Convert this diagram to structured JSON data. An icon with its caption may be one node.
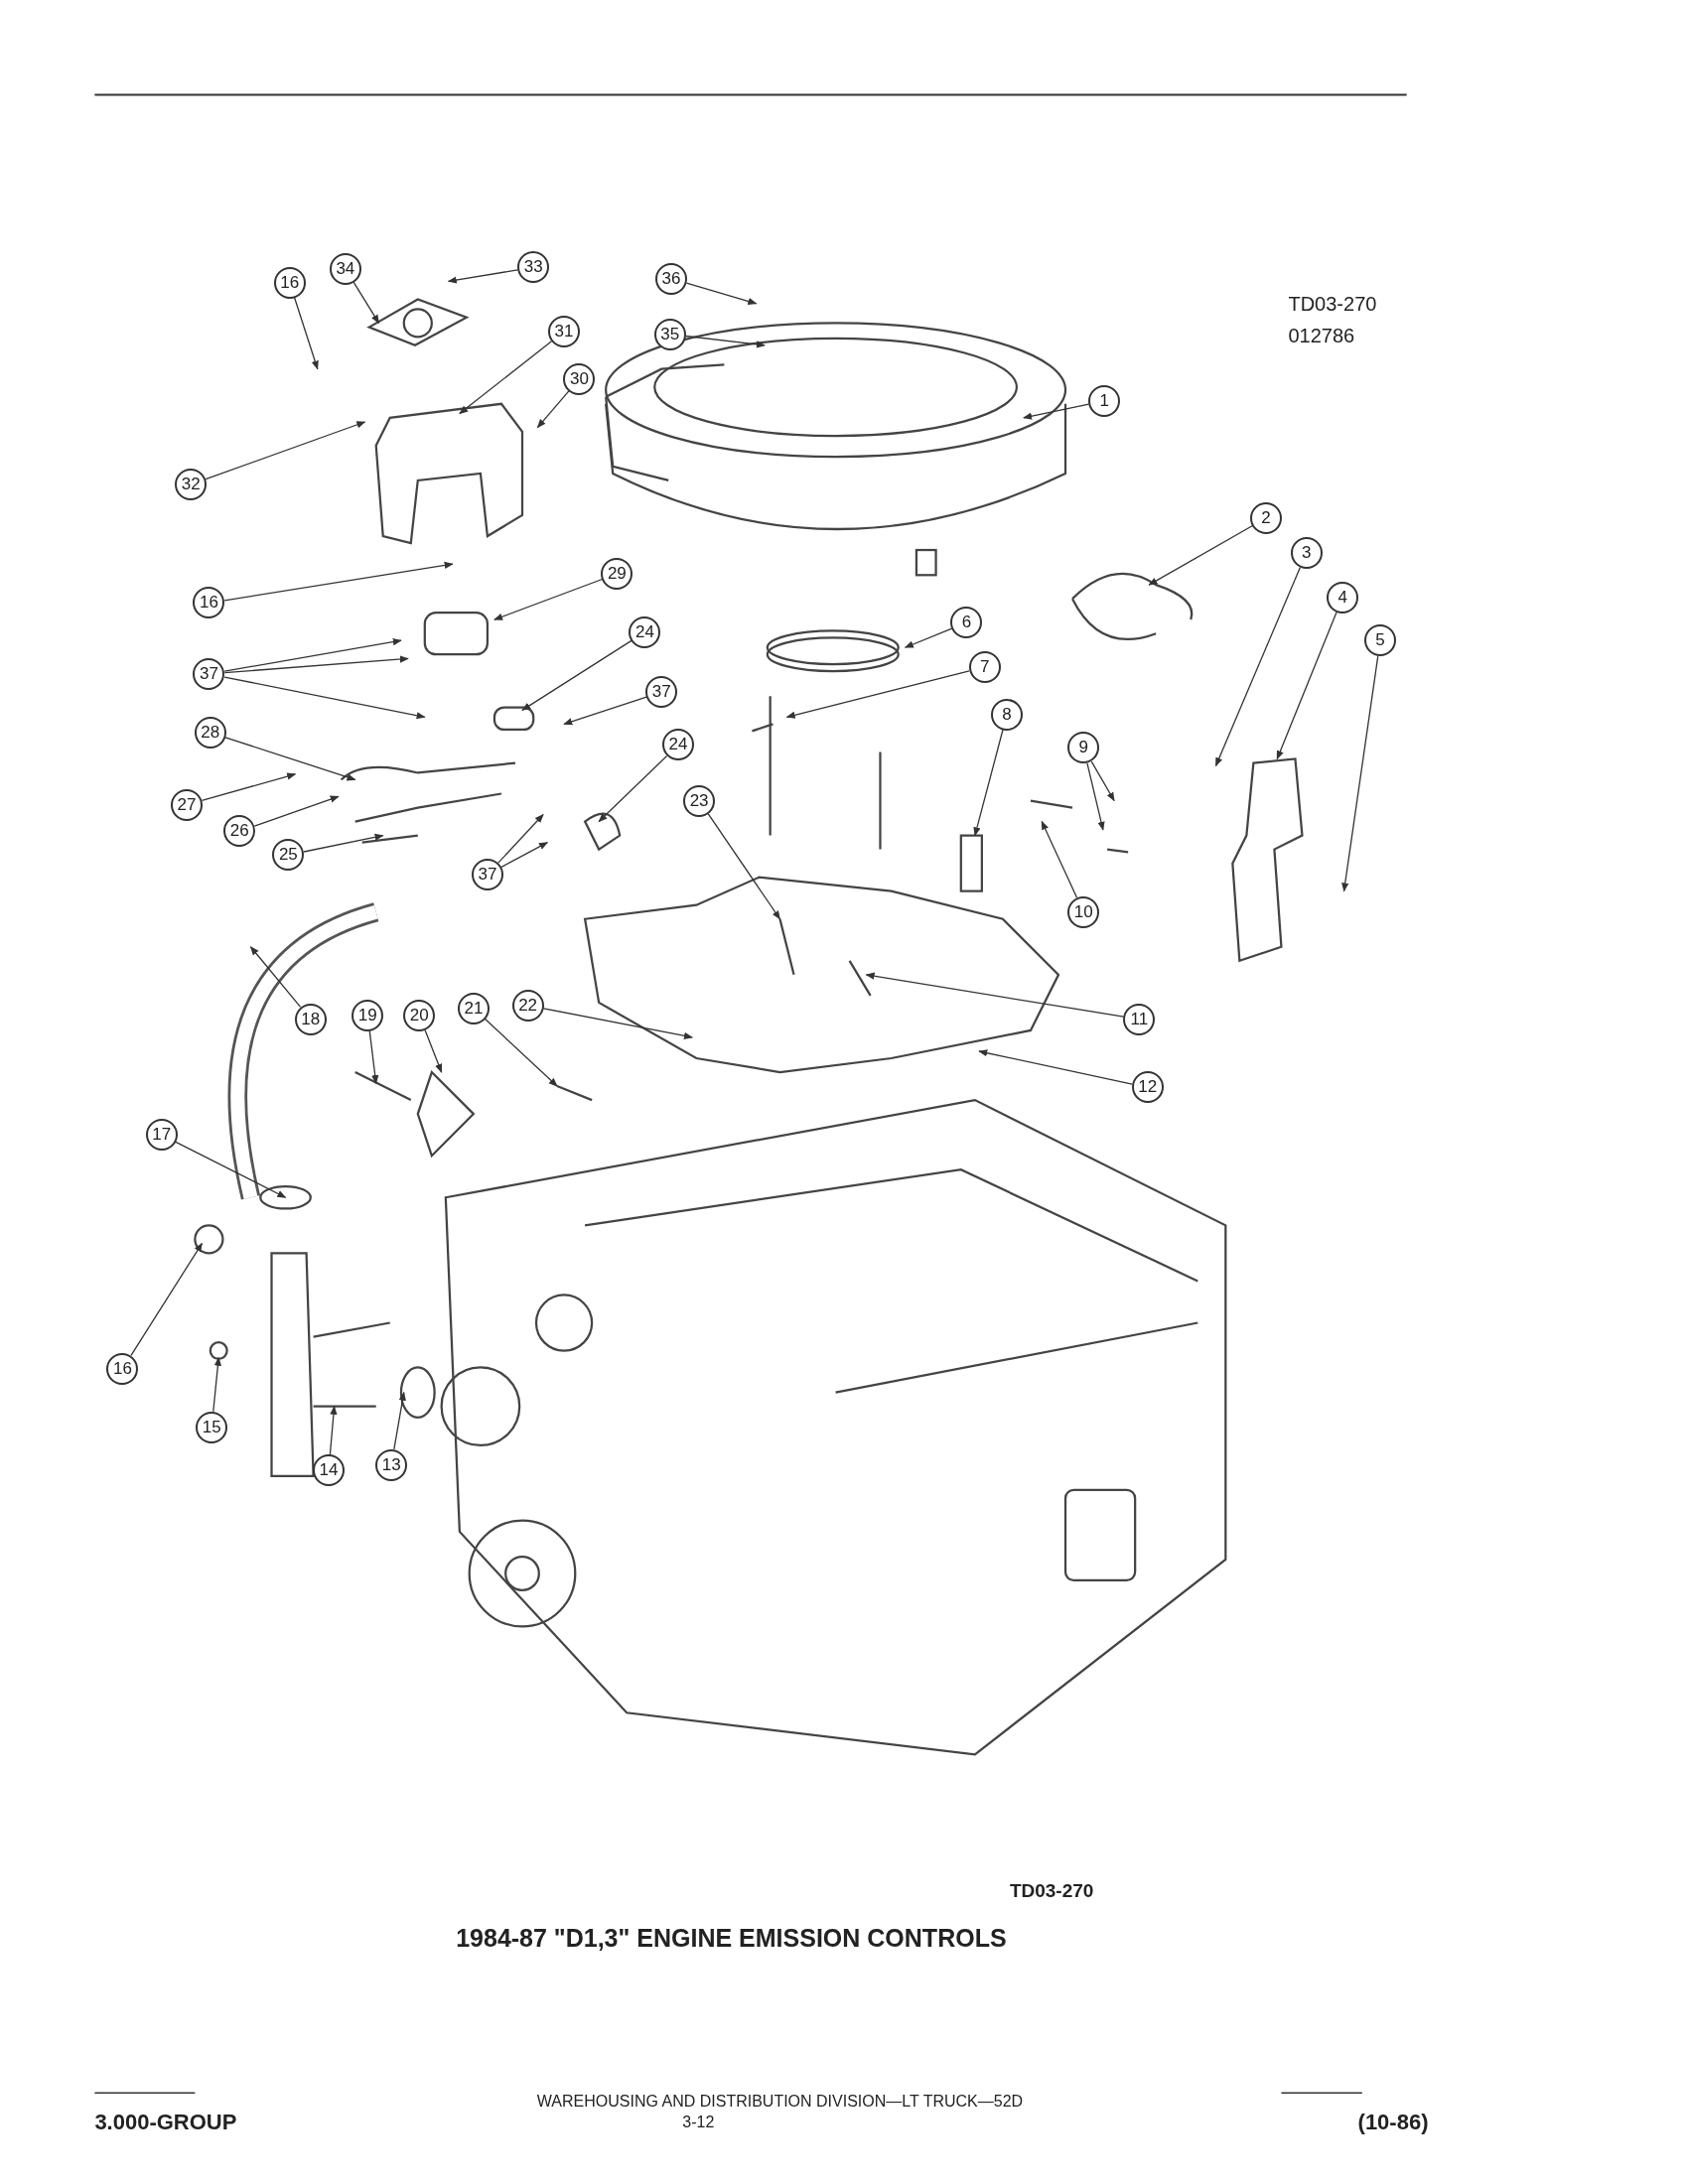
{
  "diagram": {
    "title": "1984-87 \"D1,3\" ENGINE EMISSION CONTROLS",
    "nodes": [
      {
        "text": [
          "16"
        ]
      },
      {
        "text": [
          "34"
        ]
      },
      {
        "text": [
          "33"
        ]
      },
      {
        "text": [
          "36"
        ]
      },
      {
        "text": [
          "35"
        ]
      },
      {
        "text": [
          "31"
        ]
      },
      {
        "text": [
          "30"
        ]
      },
      {
        "text": [
          "1"
        ]
      },
      {
        "text": [
          "32"
        ]
      },
      {
        "text": [
          "2"
        ]
      },
      {
        "text": [
          "3"
        ]
      },
      {
        "text": [
          "4"
        ]
      },
      {
        "text": [
          "5"
        ]
      },
      {
        "text": [
          "16"
        ]
      },
      {
        "text": [
          "29"
        ]
      },
      {
        "text": [
          "6"
        ]
      },
      {
        "text": [
          "24"
        ]
      },
      {
        "text": [
          "37"
        ]
      },
      {
        "text": [
          "7"
        ]
      },
      {
        "text": [
          "37"
        ]
      },
      {
        "text": [
          "28"
        ]
      },
      {
        "text": [
          "8"
        ]
      },
      {
        "text": [
          "24"
        ]
      },
      {
        "text": [
          "9"
        ]
      },
      {
        "text": [
          "27"
        ]
      },
      {
        "text": [
          "26"
        ]
      },
      {
        "text": [
          "23"
        ]
      },
      {
        "text": [
          "25"
        ]
      },
      {
        "text": [
          "37"
        ]
      },
      {
        "text": [
          "10"
        ]
      },
      {
        "text": [
          "11"
        ]
      },
      {
        "text": [
          "18"
        ]
      },
      {
        "text": [
          "19"
        ]
      },
      {
        "text": [
          "20"
        ]
      },
      {
        "text": [
          "21"
        ]
      },
      {
        "text": [
          "22"
        ]
      },
      {
        "text": [
          "12"
        ]
      },
      {
        "text": [
          "17"
        ]
      },
      {
        "text": [
          "16"
        ]
      },
      {
        "text": [
          "15"
        ]
      },
      {
        "text": [
          "14"
        ]
      },
      {
        "text": [
          "13"
        ]
      }
    ],
    "edges": [
      {
        "from": 0,
        "to": null,
        "arrow": "to"
      },
      {
        "from": 1,
        "to": null,
        "arrow": "to"
      },
      {
        "from": 2,
        "to": null,
        "arrow": "to"
      },
      {
        "from": 3,
        "to": null,
        "arrow": "to"
      },
      {
        "from": 4,
        "to": null,
        "arrow": "to"
      },
      {
        "from": 5,
        "to": null,
        "arrow": "to"
      },
      {
        "from": 6,
        "to": null,
        "arrow": "to"
      },
      {
        "from": 7,
        "to": null,
        "arrow": "to"
      },
      {
        "from": 8,
        "to": null,
        "arrow": "to"
      },
      {
        "from": 9,
        "to": null,
        "arrow": "to"
      },
      {
        "from": 10,
        "to": null,
        "arrow": "to"
      },
      {
        "from": 11,
        "to": null,
        "arrow": "to"
      },
      {
        "from": 12,
        "to": null,
        "arrow": "to"
      },
      {
        "from": 13,
        "to": null,
        "arrow": "to"
      },
      {
        "from": 14,
        "to": null,
        "arrow": "to"
      },
      {
        "from": 15,
        "to": null,
        "arrow": "to"
      },
      {
        "from": 16,
        "to": null,
        "arrow": "to"
      },
      {
        "from": 17,
        "to": null,
        "arrow": "to"
      },
      {
        "from": 17,
        "to": null,
        "arrow": "to"
      },
      {
        "from": 17,
        "to": null,
        "arrow": "to"
      },
      {
        "from": 18,
        "to": null,
        "arrow": "to"
      },
      {
        "from": 19,
        "to": null,
        "arrow": "to"
      },
      {
        "from": 20,
        "to": null,
        "arrow": "to"
      },
      {
        "from": 21,
        "to": null,
        "arrow": "to"
      },
      {
        "from": 22,
        "to": null,
        "arrow": "to"
      },
      {
        "from": 23,
        "to": null,
        "arrow": "to"
      },
      {
        "from": 23,
        "to": null,
        "arrow": "to"
      },
      {
        "from": 24,
        "to": null,
        "arrow": "to"
      },
      {
        "from": 25,
        "to": null,
        "arrow": "to"
      },
      {
        "from": 26,
        "to": null,
        "arrow": "to"
      },
      {
        "from": 27,
        "to": null,
        "arrow": "to"
      },
      {
        "from": 28,
        "to": null,
        "arrow": "to"
      },
      {
        "from": 28,
        "to": null,
        "arrow": "to"
      },
      {
        "from": 29,
        "to": null,
        "arrow": "to"
      },
      {
        "from": 30,
        "to": null,
        "arrow": "to"
      },
      {
        "from": 31,
        "to": null,
        "arrow": "to"
      },
      {
        "from": 32,
        "to": null,
        "arrow": "to"
      },
      {
        "from": 33,
        "to": null,
        "arrow": "to"
      },
      {
        "from": 34,
        "to": null,
        "arrow": "to"
      },
      {
        "from": 35,
        "to": null,
        "arrow": "to"
      },
      {
        "from": 36,
        "to": null,
        "arrow": "to"
      },
      {
        "from": 37,
        "to": null,
        "arrow": "to"
      },
      {
        "from": 38,
        "to": null,
        "arrow": "to"
      },
      {
        "from": 39,
        "to": null,
        "arrow": "to"
      },
      {
        "from": 40,
        "to": null,
        "arrow": "to"
      },
      {
        "from": 41,
        "to": null,
        "arrow": "to"
      }
    ],
    "labels": [
      "TD03-270",
      "012786",
      "TD03-270",
      "WAREHOUSING AND DISTRIBUTION DIVISION—LT TRUCK—52D",
      "3.000-GROUP",
      "3-12",
      "(10-86)"
    ]
  }
}
